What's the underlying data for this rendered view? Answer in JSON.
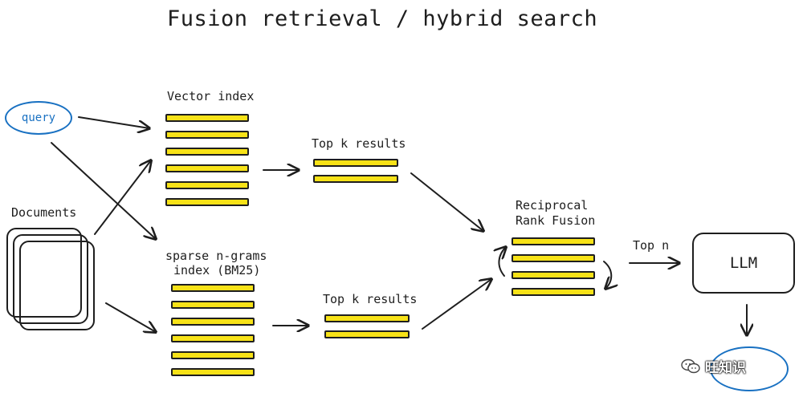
{
  "title": "Fusion retrieval / hybrid search",
  "nodes": {
    "query": "query",
    "documents": "Documents",
    "vector_index": "Vector index",
    "sparse_index_line1": "sparse n-grams",
    "sparse_index_line2": "index (BM25)",
    "top_k_vector": "Top k results",
    "top_k_sparse": "Top k results",
    "rrf_line1": "Reciprocal",
    "rrf_line2": "Rank Fusion",
    "top_n": "Top n",
    "llm": "LLM",
    "answer": ""
  },
  "watermark": {
    "text": "旺知识",
    "icon": "wechat-icon"
  },
  "colors": {
    "bar_fill": "#f7e217",
    "ink": "#1e1e1e",
    "accent_blue": "#1971c2"
  },
  "bar_counts": {
    "vector_index": 6,
    "sparse_index": 6,
    "top_k_vector": 2,
    "top_k_sparse": 2,
    "rrf": 4
  }
}
